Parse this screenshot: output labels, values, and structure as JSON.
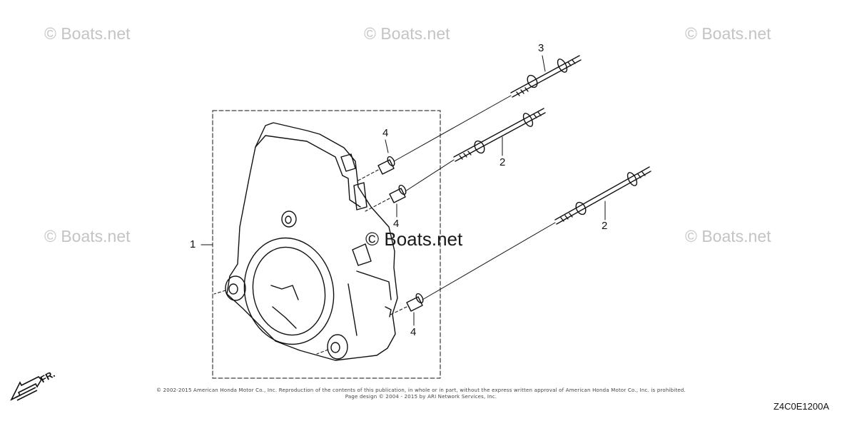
{
  "watermark": "© Boats.net",
  "center_watermark": "© Boats.net",
  "callouts": {
    "part_1": "1",
    "part_2_upper": "2",
    "part_2_lower": "2",
    "part_3": "3",
    "part_4_top": "4",
    "part_4_middle": "4",
    "part_4_bottom": "4"
  },
  "front_label": "FR.",
  "copyright_line_1": "© 2002-2015 American Honda Motor Co., Inc. Reproduction of the contents of this publication, in whole or in part, without the express written approval of American Honda Motor Co., Inc. is prohibited.",
  "copyright_line_2": "Page design © 2004 - 2015 by ARI Network Services, Inc.",
  "diagram_code": "Z4C0E1200A"
}
